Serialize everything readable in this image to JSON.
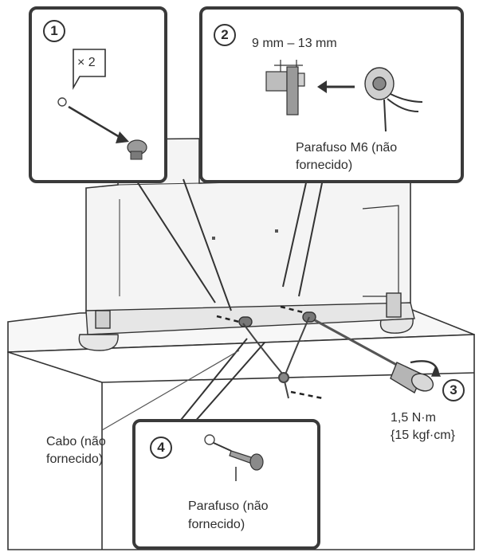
{
  "steps": {
    "step1": {
      "number": "1",
      "multiplier": "× 2"
    },
    "step2": {
      "number": "2",
      "dimension": "9 mm – 13 mm",
      "bolt_label_line1": "Parafuso M6 (não",
      "bolt_label_line2": "fornecido)"
    },
    "step3": {
      "number": "3",
      "torque_line1": "1,5 N·m",
      "torque_line2": "{15 kgf·cm}"
    },
    "step4": {
      "number": "4",
      "screw_label_line1": "Parafuso (não",
      "screw_label_line2": "fornecido)"
    }
  },
  "cable": {
    "label_line1": "Cabo (não",
    "label_line2": "fornecido)"
  },
  "colors": {
    "stroke": "#333333",
    "panel_border": "#3a3a3a",
    "tv_fill": "#f4f4f4",
    "table_fill": "#f7f7f7",
    "metal": "#8a8a8a"
  }
}
